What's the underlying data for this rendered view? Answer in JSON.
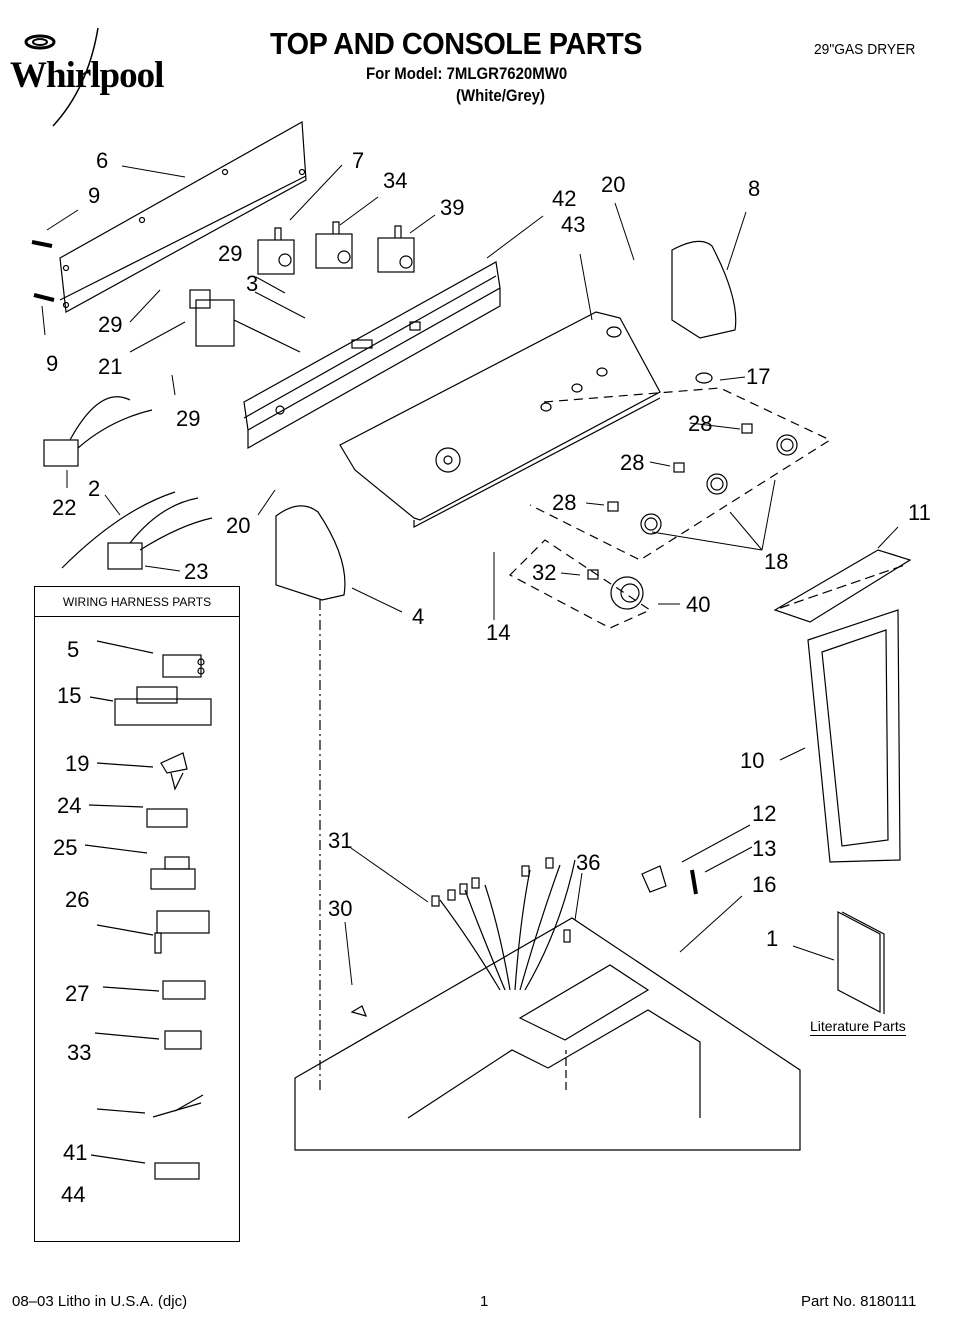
{
  "header": {
    "brand": "Whirlpool",
    "title": "TOP AND CONSOLE PARTS",
    "model_line": "For Model: 7MLGR7620MW0",
    "color_line": "(White/Grey)",
    "product": "29\"GAS DRYER"
  },
  "diagram": {
    "callouts": [
      {
        "id": "c6",
        "label": "6"
      },
      {
        "id": "c9a",
        "label": "9"
      },
      {
        "id": "c7",
        "label": "7"
      },
      {
        "id": "c34",
        "label": "34"
      },
      {
        "id": "c39",
        "label": "39"
      },
      {
        "id": "c42",
        "label": "42"
      },
      {
        "id": "c43",
        "label": "43"
      },
      {
        "id": "c20a",
        "label": "20"
      },
      {
        "id": "c8",
        "label": "8"
      },
      {
        "id": "c29a",
        "label": "29"
      },
      {
        "id": "c3",
        "label": "3"
      },
      {
        "id": "c29b",
        "label": "29"
      },
      {
        "id": "c9b",
        "label": "9"
      },
      {
        "id": "c21",
        "label": "21"
      },
      {
        "id": "c17",
        "label": "17"
      },
      {
        "id": "c29c",
        "label": "29"
      },
      {
        "id": "c28a",
        "label": "28"
      },
      {
        "id": "c28b",
        "label": "28"
      },
      {
        "id": "c28c",
        "label": "28"
      },
      {
        "id": "c22",
        "label": "22"
      },
      {
        "id": "c2",
        "label": "2"
      },
      {
        "id": "c20b",
        "label": "20"
      },
      {
        "id": "c18",
        "label": "18"
      },
      {
        "id": "c11",
        "label": "11"
      },
      {
        "id": "c23",
        "label": "23"
      },
      {
        "id": "c32",
        "label": "32"
      },
      {
        "id": "c40",
        "label": "40"
      },
      {
        "id": "c4",
        "label": "4"
      },
      {
        "id": "c14",
        "label": "14"
      },
      {
        "id": "c10",
        "label": "10"
      },
      {
        "id": "c12",
        "label": "12"
      },
      {
        "id": "c31",
        "label": "31"
      },
      {
        "id": "c36",
        "label": "36"
      },
      {
        "id": "c13",
        "label": "13"
      },
      {
        "id": "c16",
        "label": "16"
      },
      {
        "id": "c30",
        "label": "30"
      },
      {
        "id": "c1",
        "label": "1"
      }
    ],
    "literature_label": "Literature Parts"
  },
  "wiring_harness": {
    "title": "WIRING HARNESS PARTS",
    "items": [
      {
        "label": "5"
      },
      {
        "label": "15"
      },
      {
        "label": "19"
      },
      {
        "label": "24"
      },
      {
        "label": "25"
      },
      {
        "label": "26"
      },
      {
        "label": "27"
      },
      {
        "label": "33"
      },
      {
        "label": "41"
      },
      {
        "label": "44"
      }
    ]
  },
  "footer": {
    "print_info": "08–03 Litho in U.S.A. (djc)",
    "page_number": "1",
    "part_number": "Part No. 8180111"
  }
}
